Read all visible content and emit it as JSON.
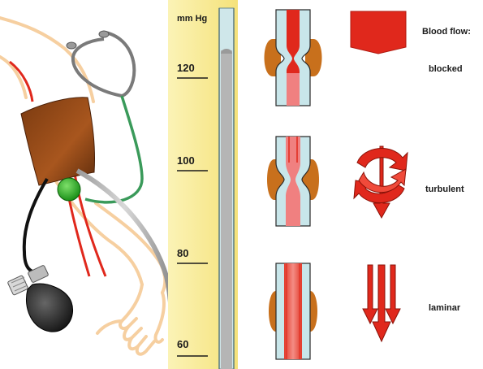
{
  "gauge": {
    "unit_label": "mm Hg",
    "ticks": [
      "120",
      "100",
      "80",
      "60"
    ]
  },
  "legend": {
    "title": "Blood flow:",
    "states": [
      {
        "label": "blocked",
        "icon": "blocked-flow-icon"
      },
      {
        "label": "turbulent",
        "icon": "turbulent-flow-icon"
      },
      {
        "label": "laminar",
        "icon": "laminar-flow-icon"
      }
    ]
  },
  "colors": {
    "artery_red": "#e0281c",
    "blood_pink": "#f08080",
    "vessel_blue": "#c8e6ea",
    "tissue_orange": "#c8701c",
    "cuff_brown": "#8b4513",
    "bulb_green": "#2ea02a",
    "tube_green": "#3a9a5a",
    "scale_yellow": "#fbf0a0",
    "skin": "#f6cfa0"
  }
}
